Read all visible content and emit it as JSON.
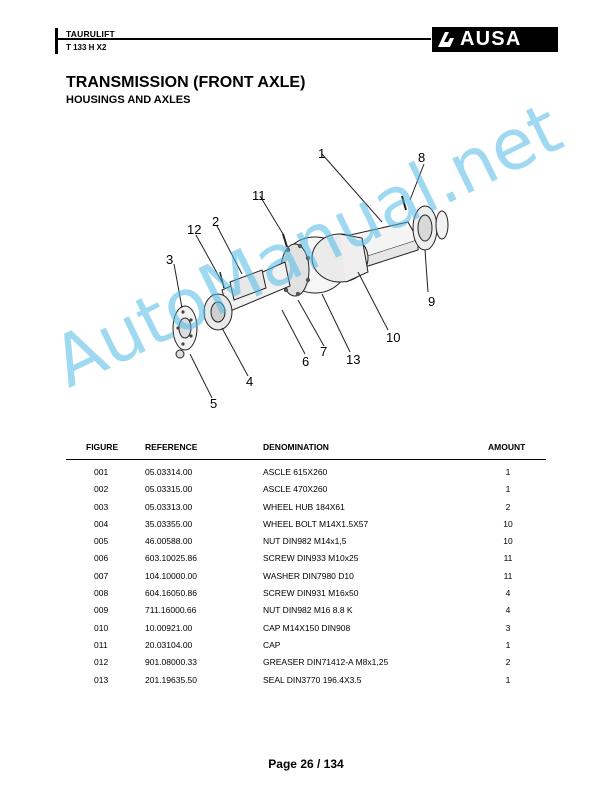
{
  "header": {
    "model": "TAURULIFT",
    "code": "T 133 H X2",
    "brand": "AUSA"
  },
  "title": "TRANSMISSION (FRONT AXLE)",
  "subtitle": "HOUSINGS AND AXLES",
  "diagram": {
    "callouts": [
      "1",
      "2",
      "3",
      "4",
      "5",
      "6",
      "7",
      "8",
      "9",
      "10",
      "11",
      "12",
      "13"
    ]
  },
  "watermark": "AutoManual.net",
  "table": {
    "headers": {
      "figure": "FIGURE",
      "reference": "REFERENCE",
      "denomination": "DENOMINATION",
      "amount": "AMOUNT"
    },
    "rows": [
      {
        "figure": "001",
        "reference": "05.03314.00",
        "denomination": "ASCLE 615X260",
        "amount": "1"
      },
      {
        "figure": "002",
        "reference": "05.03315.00",
        "denomination": "ASCLE 470X260",
        "amount": "1"
      },
      {
        "figure": "003",
        "reference": "05.03313.00",
        "denomination": "WHEEL HUB 184X61",
        "amount": "2"
      },
      {
        "figure": "004",
        "reference": "35.03355.00",
        "denomination": "WHEEL BOLT M14X1.5X57",
        "amount": "10"
      },
      {
        "figure": "005",
        "reference": "46.00588.00",
        "denomination": "NUT DIN982 M14x1,5",
        "amount": "10"
      },
      {
        "figure": "006",
        "reference": "603.10025.86",
        "denomination": "SCREW DIN933 M10x25",
        "amount": "11"
      },
      {
        "figure": "007",
        "reference": "104.10000.00",
        "denomination": "WASHER DIN7980 D10",
        "amount": "11"
      },
      {
        "figure": "008",
        "reference": "604.16050.86",
        "denomination": "SCREW DIN931 M16x50",
        "amount": "4"
      },
      {
        "figure": "009",
        "reference": "711.16000.66",
        "denomination": "NUT DIN982 M16 8.8 K",
        "amount": "4"
      },
      {
        "figure": "010",
        "reference": "10.00921.00",
        "denomination": "CAP M14X150 DIN908",
        "amount": "3"
      },
      {
        "figure": "011",
        "reference": "20.03104.00",
        "denomination": "CAP",
        "amount": "1"
      },
      {
        "figure": "012",
        "reference": "901.08000.33",
        "denomination": "GREASER DIN71412-A M8x1,25",
        "amount": "2"
      },
      {
        "figure": "013",
        "reference": "201.19635.50",
        "denomination": "SEAL DIN3770 196.4X3.5",
        "amount": "1"
      }
    ]
  },
  "footer": {
    "page": "Page 26 / 134"
  }
}
